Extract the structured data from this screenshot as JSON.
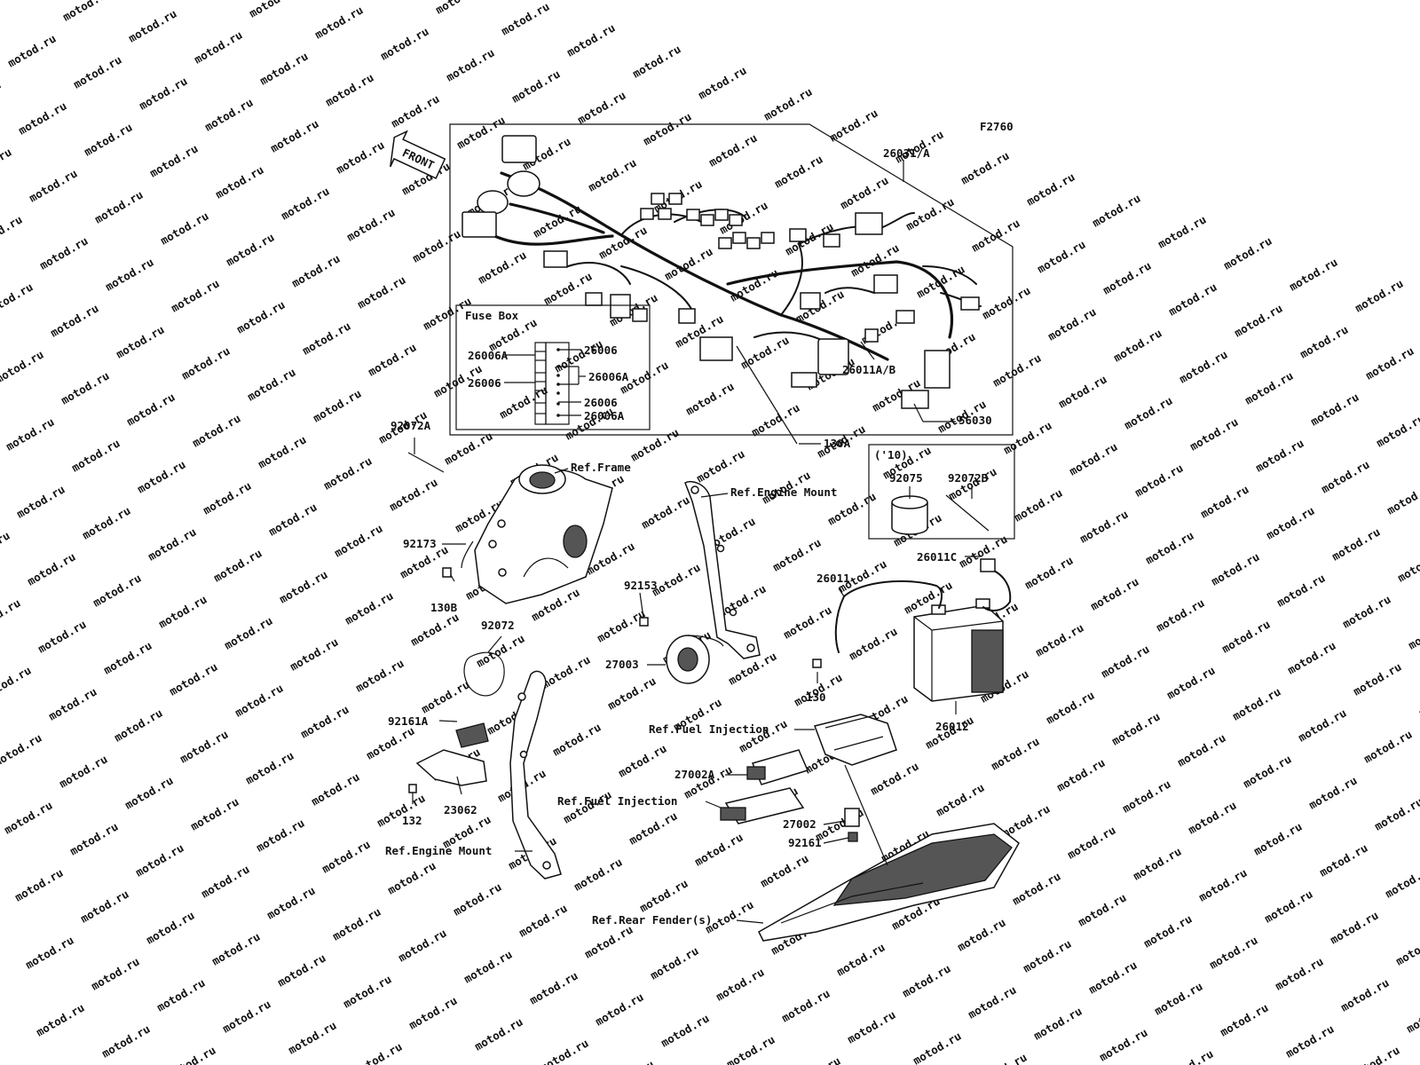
{
  "figure_code": "F2760",
  "front_label": "FRONT",
  "watermark": "motod.ru",
  "fuse_box": {
    "title": "Fuse Box",
    "labels": [
      "26006A",
      "26006",
      "26006",
      "26006A",
      "26006",
      "26006A"
    ]
  },
  "year_box": {
    "title": "('10)"
  },
  "callouts": [
    "26031/A",
    "26011A/B",
    "56030",
    "130A",
    "92075",
    "92072B",
    "92072A",
    "Ref.Frame",
    "Ref.Engine Mount",
    "92173",
    "130B",
    "92153",
    "27003",
    "26011C",
    "26011",
    "130",
    "26012",
    "92072",
    "92161A",
    "132",
    "23062",
    "Ref.Engine Mount",
    "Ref.Fuel Injection",
    "27002A",
    "Ref.Fuel Injection",
    "27002",
    "92161",
    "Ref.Rear Fender(s)"
  ]
}
